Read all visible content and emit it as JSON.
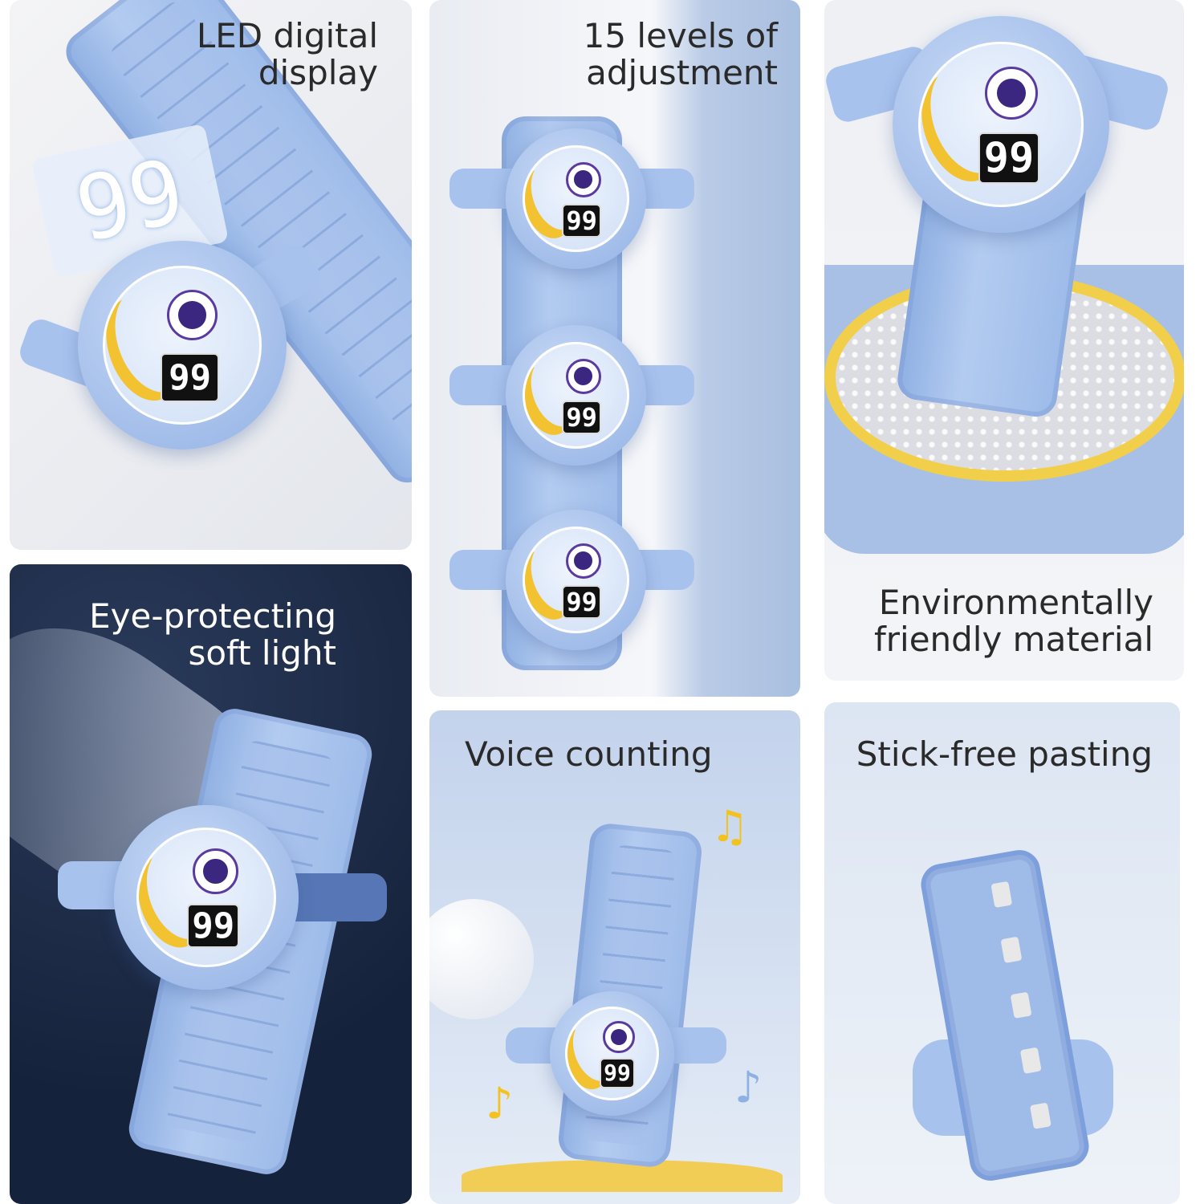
{
  "panels": {
    "led": {
      "caption_line1": "LED digital",
      "caption_line2": "display"
    },
    "levels": {
      "caption_line1": "15 levels of",
      "caption_line2": "adjustment"
    },
    "material": {
      "caption_line1": "Environmentally",
      "caption_line2": "friendly material"
    },
    "light": {
      "caption_line1": "Eye-protecting",
      "caption_line2": "soft light"
    },
    "voice": {
      "caption": "Voice counting"
    },
    "paste": {
      "caption": "Stick-free pasting"
    }
  },
  "device": {
    "display_value": "99"
  },
  "colors": {
    "device_blue": "#a8c2ee",
    "dark_panel": "#1c2a45",
    "moon_yellow": "#f2c230"
  }
}
